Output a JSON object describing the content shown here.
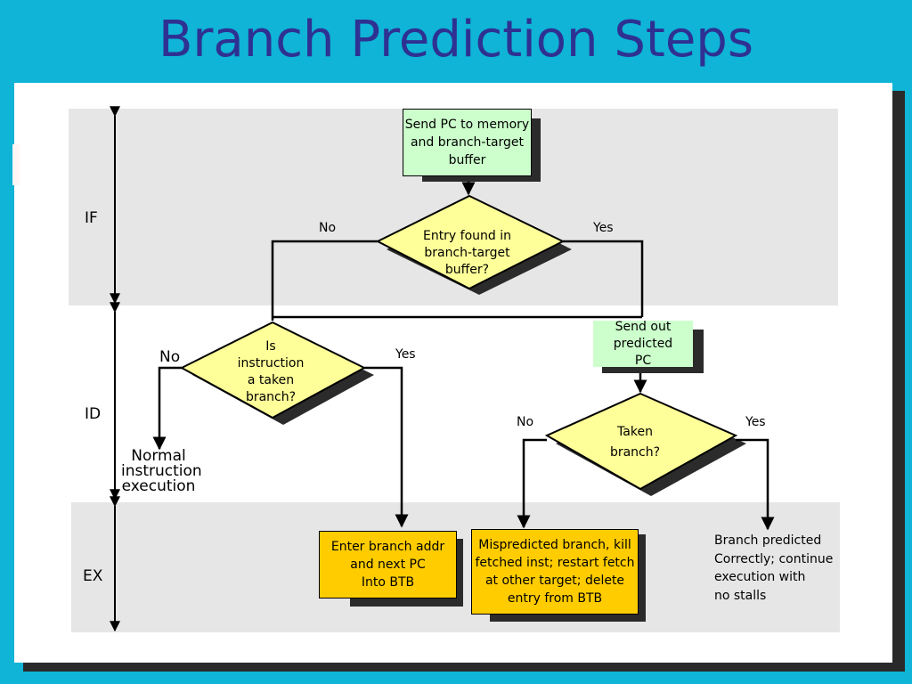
{
  "title": "Branch Prediction Steps",
  "stages": {
    "if": "IF",
    "id": "ID",
    "ex": "EX"
  },
  "nodes": {
    "send_pc": "Send PC to memory\nand branch-target\nbuffer",
    "entry_found": "Entry found in\nbranch-target\n   buffer?",
    "is_taken": "Is\ninstruction\na taken\n   branch?",
    "send_predicted": "Send out\npredicted\nPC",
    "taken_branch": "Taken\nbranch?",
    "normal_exec": "Normal\ninstruction\nexecution",
    "enter_btb": "Enter branch addr\nand next PC\nInto BTB",
    "mispredicted": "Mispredicted branch, kill\nfetched inst; restart fetch\nat other target; delete\nentry from BTB",
    "correct": "Branch predicted\nCorrectly; continue\nexecution with\nno stalls"
  },
  "edge_labels": {
    "entry_no": "No",
    "entry_yes": "Yes",
    "taken_no": "No",
    "taken_yes": "Yes",
    "tb_no": "No",
    "tb_yes": "Yes"
  },
  "colors": {
    "background": "#0fb4d6",
    "title": "#2e3192",
    "decision": "#ffff99",
    "process_green": "#ccffcc",
    "process_orange": "#ffcc00",
    "band": "#e6e6e6"
  }
}
